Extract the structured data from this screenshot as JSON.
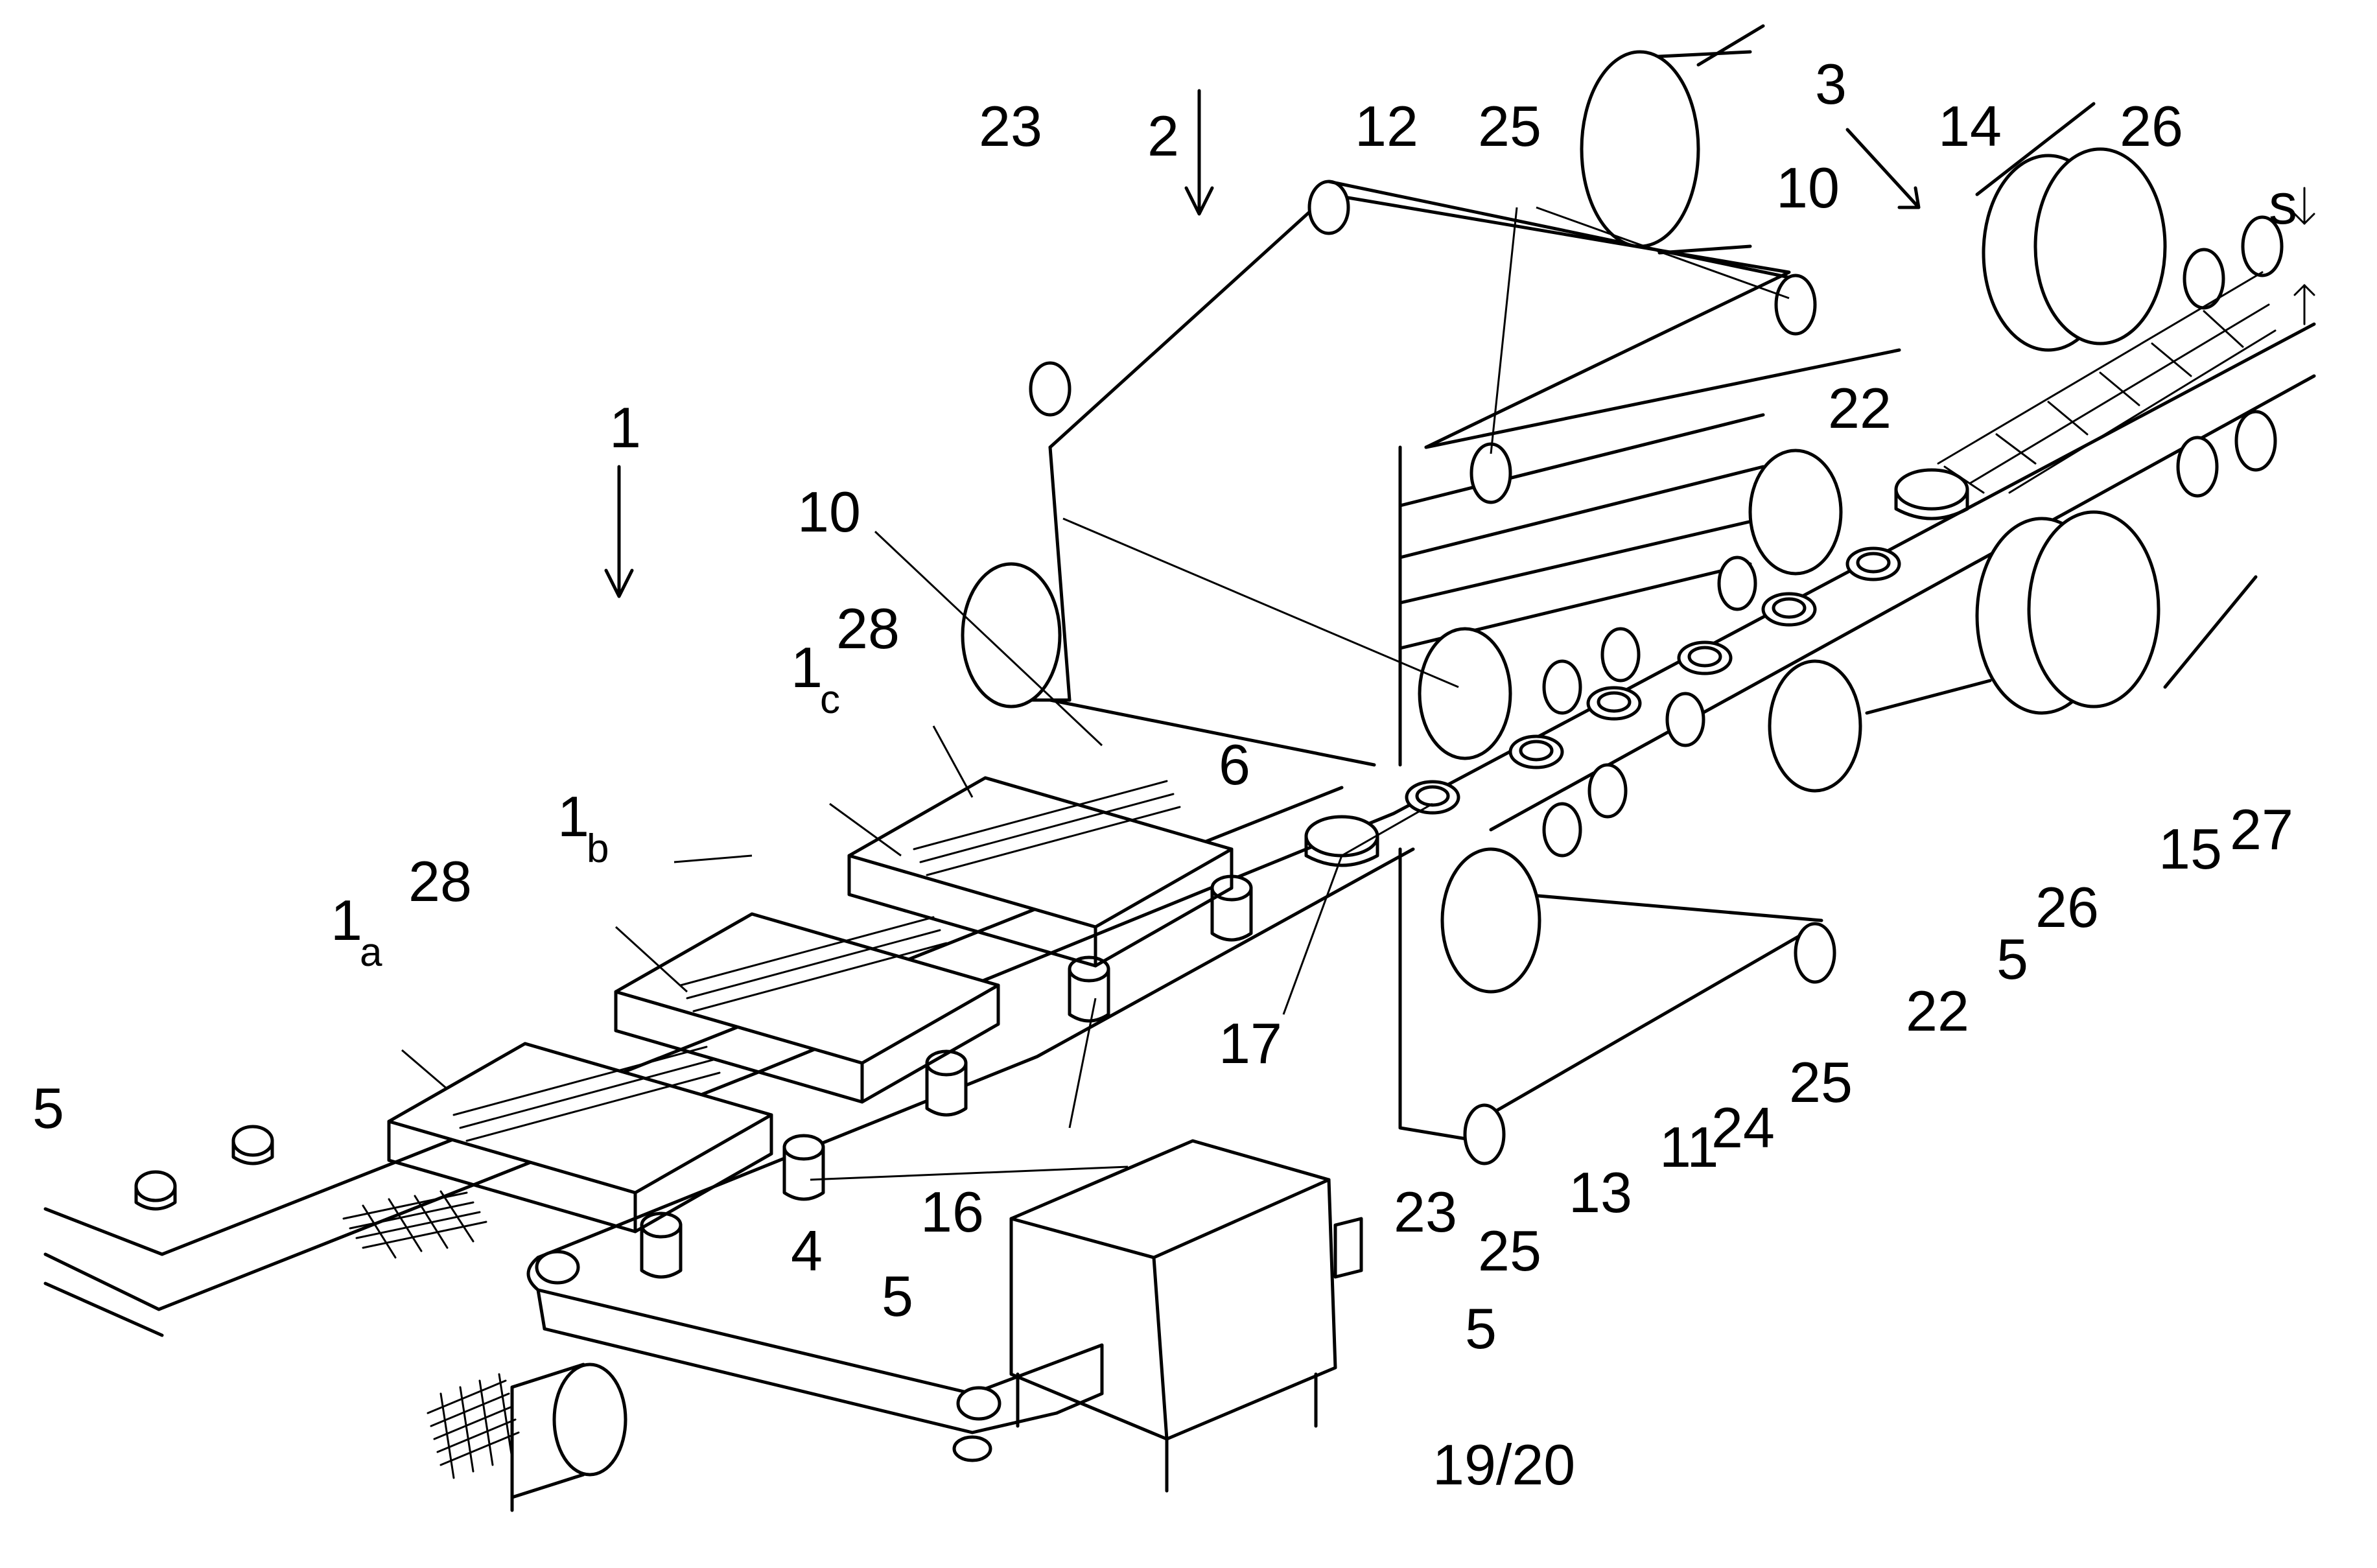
{
  "diagram": {
    "labels": [
      {
        "id": "l1",
        "text": "1"
      },
      {
        "id": "l2",
        "text": "2"
      },
      {
        "id": "l3",
        "text": "3"
      },
      {
        "id": "l4",
        "text": "4"
      },
      {
        "id": "l5a",
        "text": "5"
      },
      {
        "id": "l5b",
        "text": "5"
      },
      {
        "id": "l5c",
        "text": "5"
      },
      {
        "id": "l5d",
        "text": "5"
      },
      {
        "id": "l6",
        "text": "6"
      },
      {
        "id": "l10a",
        "text": "10"
      },
      {
        "id": "l10b",
        "text": "10"
      },
      {
        "id": "l11",
        "text": "11"
      },
      {
        "id": "l12",
        "text": "12"
      },
      {
        "id": "l13",
        "text": "13"
      },
      {
        "id": "l14",
        "text": "14"
      },
      {
        "id": "l15",
        "text": "15"
      },
      {
        "id": "l16",
        "text": "16"
      },
      {
        "id": "l17",
        "text": "17"
      },
      {
        "id": "l1920",
        "text": "19/20"
      },
      {
        "id": "l22a",
        "text": "22"
      },
      {
        "id": "l22b",
        "text": "22"
      },
      {
        "id": "l23a",
        "text": "23"
      },
      {
        "id": "l23b",
        "text": "23"
      },
      {
        "id": "l24",
        "text": "24"
      },
      {
        "id": "l25a",
        "text": "25"
      },
      {
        "id": "l25b",
        "text": "25"
      },
      {
        "id": "l25c",
        "text": "25"
      },
      {
        "id": "l26a",
        "text": "26"
      },
      {
        "id": "l26b",
        "text": "26"
      },
      {
        "id": "l27",
        "text": "27"
      },
      {
        "id": "l28a",
        "text": "28"
      },
      {
        "id": "l28b",
        "text": "28"
      },
      {
        "id": "ls",
        "text": "s"
      }
    ],
    "sub_labels": [
      {
        "id": "l1a",
        "base": "1",
        "sub": "a"
      },
      {
        "id": "l1b",
        "base": "1",
        "sub": "b"
      },
      {
        "id": "l1c",
        "base": "1",
        "sub": "c"
      }
    ]
  }
}
